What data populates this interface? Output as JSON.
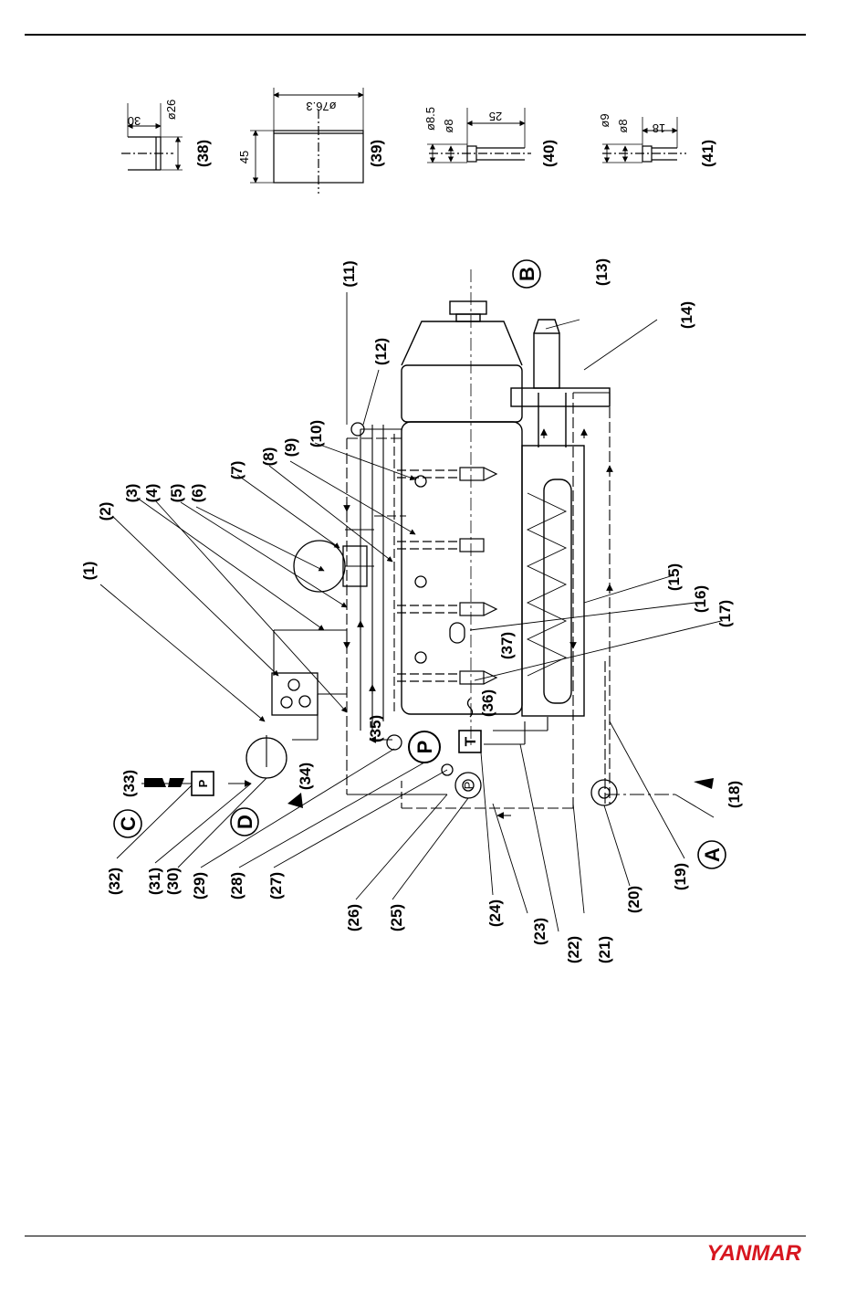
{
  "brand": {
    "logo_text": "YANMAR",
    "color": "#d7161f"
  },
  "details": {
    "d38": {
      "label": "(38)",
      "dim_length": "30",
      "dim_dia": "ø26"
    },
    "d39": {
      "label": "(39)",
      "dim_height": "45",
      "dim_dia": "ø76.3"
    },
    "d40": {
      "label": "(40)",
      "dim_length": "25",
      "dim_dia_outer": "ø8.5",
      "dim_dia_inner": "ø8"
    },
    "d41": {
      "label": "(41)",
      "dim_length": "18",
      "dim_dia_outer": "ø9",
      "dim_dia_inner": "ø8"
    }
  },
  "connections": {
    "A": "A",
    "B": "B",
    "C": "C",
    "D": "D"
  },
  "symbols": {
    "pump_large": "P",
    "thermostat": "T",
    "pump_box": "P",
    "pump_small": "P"
  },
  "callouts": [
    "(1)",
    "(2)",
    "(3)",
    "(4)",
    "(5)",
    "(6)",
    "(7)",
    "(8)",
    "(9)",
    "(10)",
    "(11)",
    "(12)",
    "(13)",
    "(14)",
    "(15)",
    "(16)",
    "(17)",
    "(18)",
    "(19)",
    "(20)",
    "(21)",
    "(22)",
    "(23)",
    "(24)",
    "(25)",
    "(26)",
    "(27)",
    "(28)",
    "(29)",
    "(30)",
    "(31)",
    "(32)",
    "(33)",
    "(34)",
    "(35)",
    "(36)",
    "(37)"
  ]
}
